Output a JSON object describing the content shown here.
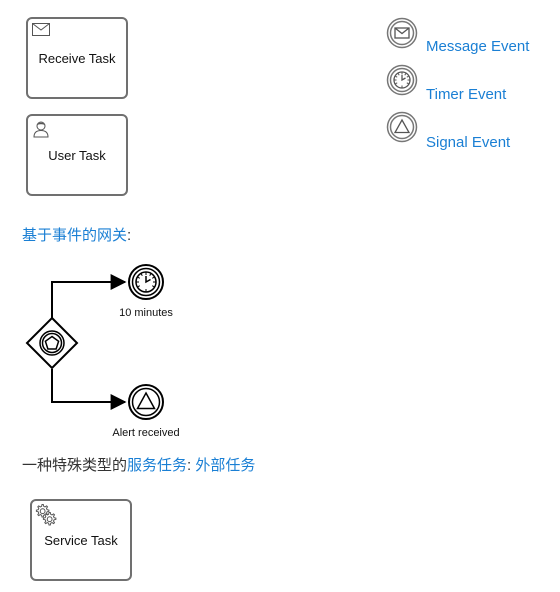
{
  "tasks": {
    "receive": {
      "label": "Receive Task",
      "icon": "envelope-icon"
    },
    "user": {
      "label": "User Task",
      "icon": "user-icon"
    },
    "service": {
      "label": "Service Task",
      "icon": "gear-icon"
    }
  },
  "legend": {
    "message": {
      "label": "Message Event",
      "icon": "message-event-icon"
    },
    "timer": {
      "label": "Timer Event",
      "icon": "timer-event-icon"
    },
    "signal": {
      "label": "Signal Event",
      "icon": "signal-event-icon"
    }
  },
  "captions": {
    "gateway_heading": {
      "link": "基于事件的网关",
      "suffix": ":"
    },
    "external_task": {
      "prefix": "一种特殊类型的",
      "link1": "服务任务",
      "sep": ": ",
      "link2": "外部任务"
    }
  },
  "gateway_diagram": {
    "gateway_icon": "event-based-gateway-icon",
    "branches": [
      {
        "label": "10 minutes",
        "event": "timer-event-icon"
      },
      {
        "label": "Alert received",
        "event": "signal-event-icon"
      }
    ]
  },
  "colors": {
    "link": "#1a7fd4",
    "border": "#707070",
    "text": "#111111"
  }
}
